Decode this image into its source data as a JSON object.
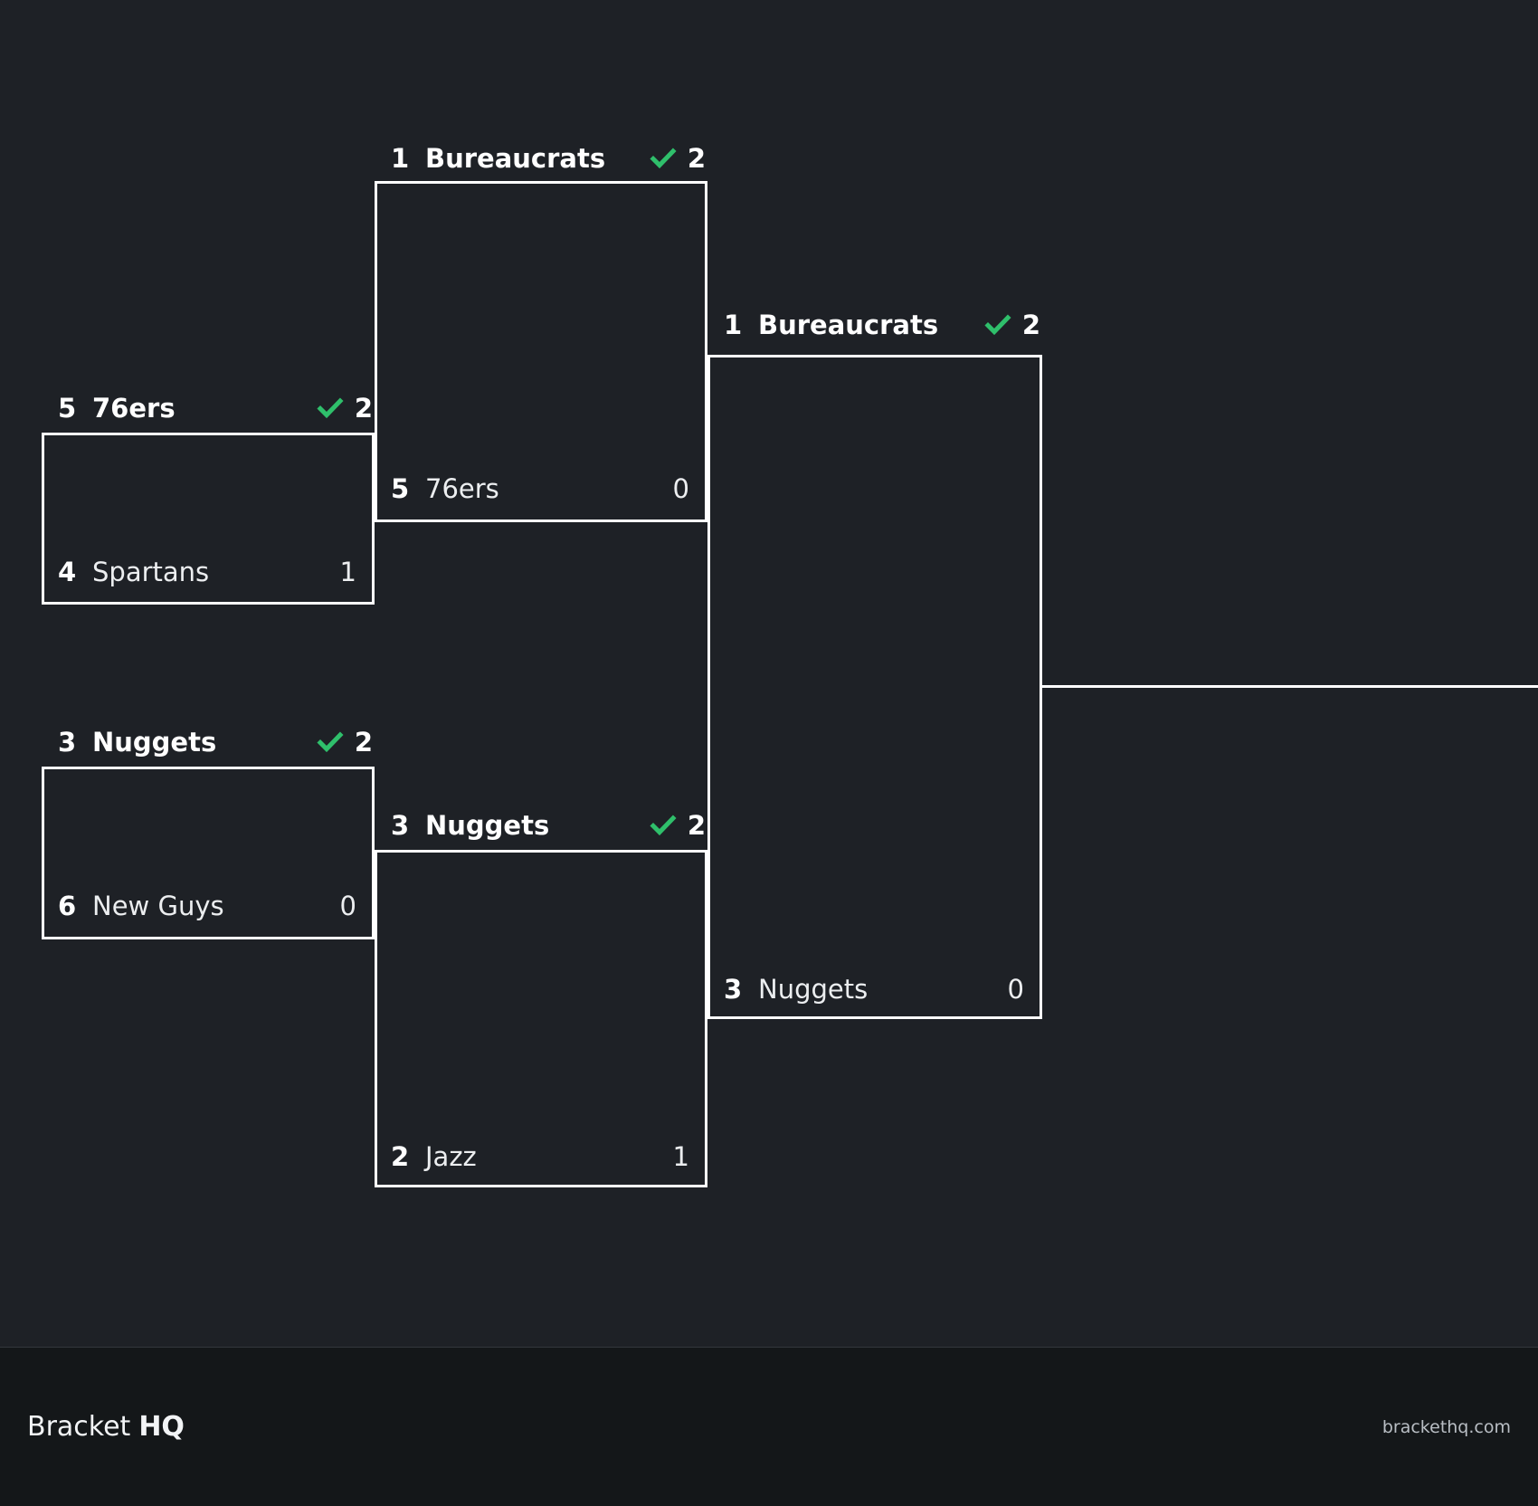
{
  "theme": {
    "background": "#1e2126",
    "line": "#ffffff",
    "text": "#ffffff",
    "text_dim": "#eceef0",
    "accent_check": "#2fbf6b",
    "footer_bg": "#141719"
  },
  "bracket": {
    "rounds": [
      {
        "name": "round-1",
        "matches": [
          {
            "id": "r1-m1",
            "winner": {
              "seed": "5",
              "team": "76ers",
              "score": "2",
              "check": "check-icon"
            },
            "loser": {
              "seed": "4",
              "team": "Spartans",
              "score": "1"
            }
          },
          {
            "id": "r1-m2",
            "winner": {
              "seed": "3",
              "team": "Nuggets",
              "score": "2",
              "check": "check-icon"
            },
            "loser": {
              "seed": "6",
              "team": "New Guys",
              "score": "0"
            }
          }
        ]
      },
      {
        "name": "round-2",
        "matches": [
          {
            "id": "r2-m1",
            "winner": {
              "seed": "1",
              "team": "Bureaucrats",
              "score": "2",
              "check": "check-icon"
            },
            "loser": {
              "seed": "5",
              "team": "76ers",
              "score": "0"
            }
          },
          {
            "id": "r2-m2",
            "winner": {
              "seed": "3",
              "team": "Nuggets",
              "score": "2",
              "check": "check-icon"
            },
            "loser": {
              "seed": "2",
              "team": "Jazz",
              "score": "1"
            }
          }
        ]
      },
      {
        "name": "round-3",
        "matches": [
          {
            "id": "r3-m1",
            "winner": {
              "seed": "1",
              "team": "Bureaucrats",
              "score": "2",
              "check": "check-icon"
            },
            "loser": {
              "seed": "3",
              "team": "Nuggets",
              "score": "0"
            }
          }
        ]
      }
    ]
  },
  "footer": {
    "brand_light": "Bracket",
    "brand_bold": "HQ",
    "url": "brackethq.com"
  }
}
